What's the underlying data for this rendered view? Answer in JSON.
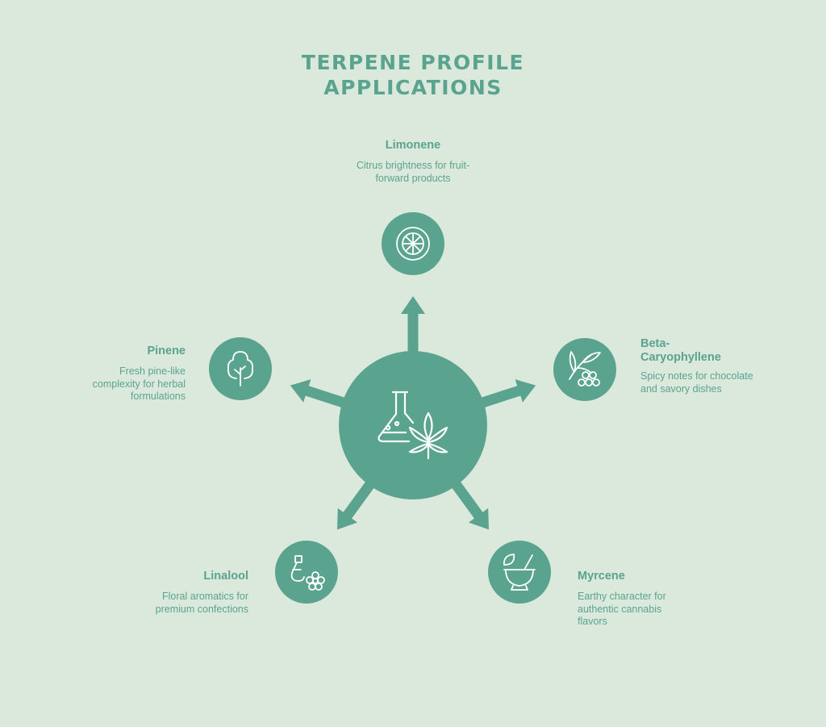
{
  "title_line1": "TERPENE PROFILE",
  "title_line2": "APPLICATIONS",
  "colors": {
    "background": "#dbe9dd",
    "accent": "#5aa38f",
    "icon_stroke": "#ffffff"
  },
  "center": {
    "icon": "flask-cannabis-leaf-icon"
  },
  "nodes": [
    {
      "key": "limonene",
      "name": "Limonene",
      "description": "Citrus brightness for fruit-forward products",
      "icon": "citrus-slice-icon"
    },
    {
      "key": "beta-caryophyllene",
      "name": "Beta-Caryophyllene",
      "description": "Spicy notes for chocolate and savory dishes",
      "icon": "pepper-branch-icon"
    },
    {
      "key": "myrcene",
      "name": "Myrcene",
      "description": "Earthy character for authentic cannabis flavors",
      "icon": "mortar-pestle-icon"
    },
    {
      "key": "linalool",
      "name": "Linalool",
      "description": "Floral aromatics for premium confections",
      "icon": "lavender-flower-icon"
    },
    {
      "key": "pinene",
      "name": "Pinene",
      "description": "Fresh pine-like complexity for herbal formulations",
      "icon": "tree-icon"
    }
  ]
}
